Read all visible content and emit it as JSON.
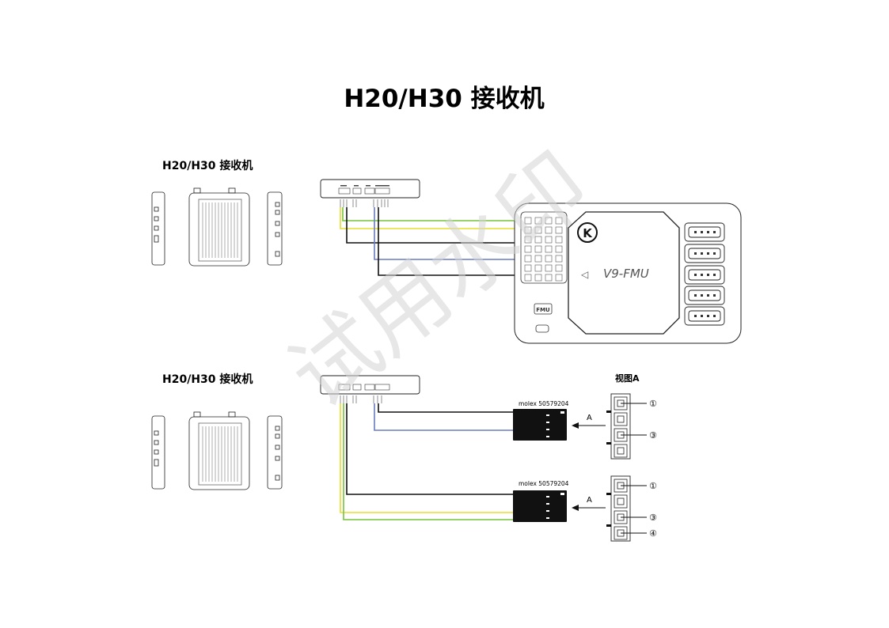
{
  "page": {
    "title": "H20/H30 接收机",
    "watermark": "试用水印"
  },
  "sections": [
    {
      "heading": "H20/H30 接收机"
    },
    {
      "heading": "H20/H30 接收机"
    }
  ],
  "flight_controller": {
    "model_label": "V9-FMU",
    "fmu_badge": "FMU",
    "logo_letter": "K",
    "arrow_glyph": "◁"
  },
  "connectors": {
    "part_label": "molex 50579204",
    "view_title": "视图A",
    "view_arrow_label": "A",
    "upper_pins": [
      "①",
      "③"
    ],
    "lower_pins": [
      "①",
      "③",
      "④"
    ]
  },
  "wire_colors": {
    "green": "#77c33b",
    "yellow": "#e6de2f",
    "black": "#111111",
    "blue": "#6a7bc0"
  }
}
